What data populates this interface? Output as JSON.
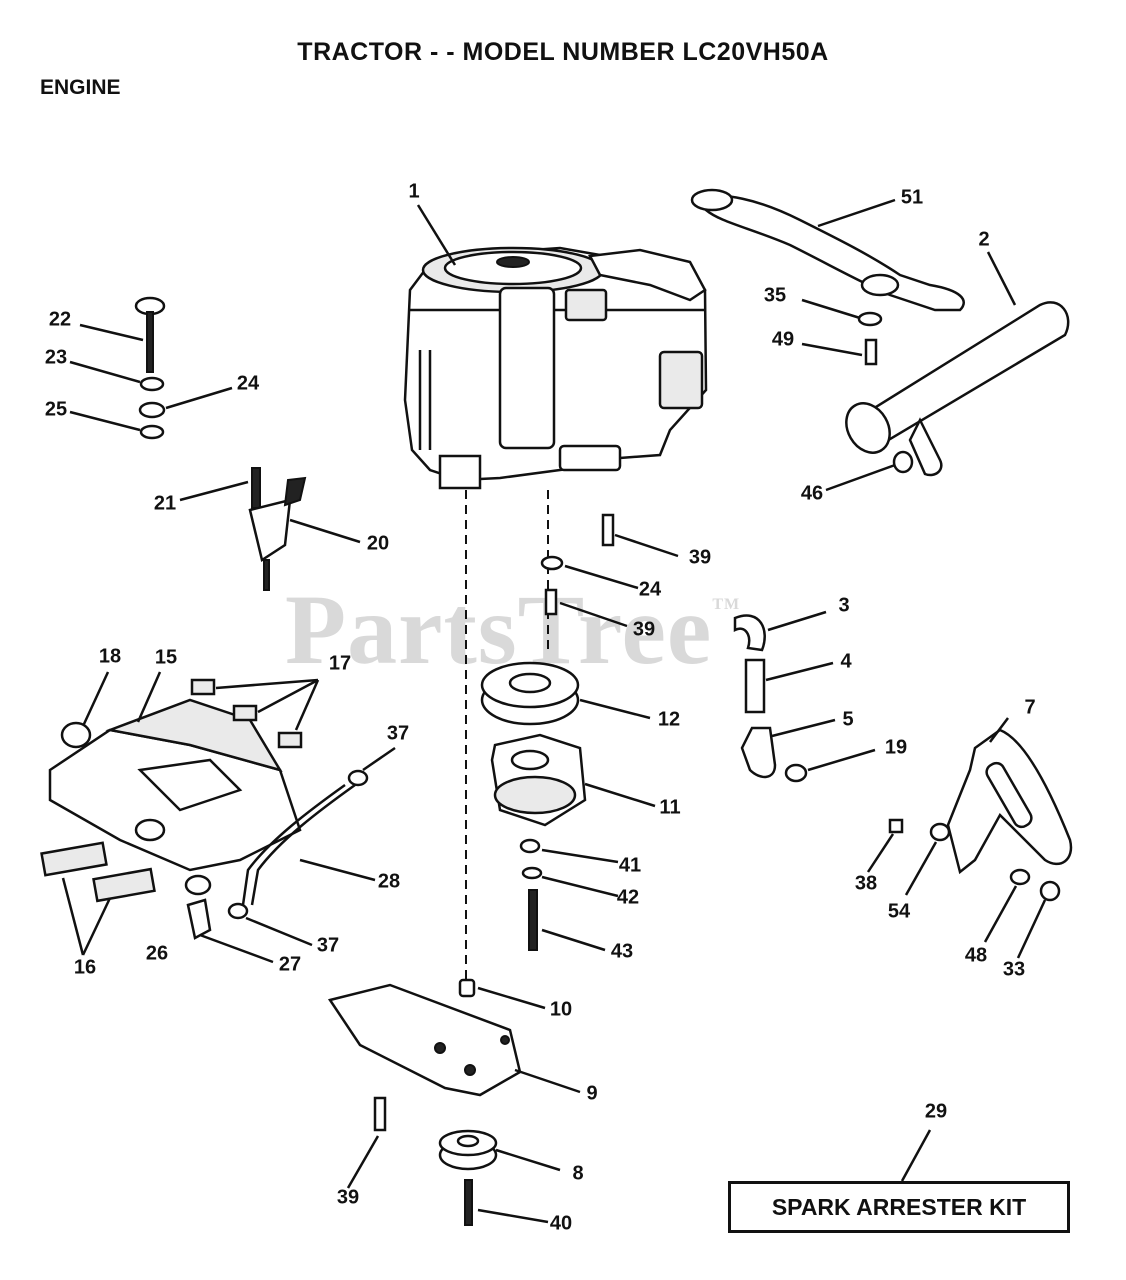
{
  "header": {
    "title": "TRACTOR - - MODEL NUMBER LC20VH50A",
    "section": "ENGINE"
  },
  "watermark": {
    "text": "PartsTree",
    "tm": "TM"
  },
  "kit": {
    "label": "SPARK ARRESTER KIT"
  },
  "callouts": [
    {
      "id": "1",
      "text": "1"
    },
    {
      "id": "51",
      "text": "51"
    },
    {
      "id": "2",
      "text": "2"
    },
    {
      "id": "22",
      "text": "22"
    },
    {
      "id": "35",
      "text": "35"
    },
    {
      "id": "49",
      "text": "49"
    },
    {
      "id": "23",
      "text": "23"
    },
    {
      "id": "24a",
      "text": "24"
    },
    {
      "id": "25",
      "text": "25"
    },
    {
      "id": "46",
      "text": "46"
    },
    {
      "id": "21",
      "text": "21"
    },
    {
      "id": "20",
      "text": "20"
    },
    {
      "id": "39a",
      "text": "39"
    },
    {
      "id": "24b",
      "text": "24"
    },
    {
      "id": "39b",
      "text": "39"
    },
    {
      "id": "3",
      "text": "3"
    },
    {
      "id": "18",
      "text": "18"
    },
    {
      "id": "15",
      "text": "15"
    },
    {
      "id": "17",
      "text": "17"
    },
    {
      "id": "4",
      "text": "4"
    },
    {
      "id": "12",
      "text": "12"
    },
    {
      "id": "7",
      "text": "7"
    },
    {
      "id": "37a",
      "text": "37"
    },
    {
      "id": "5",
      "text": "5"
    },
    {
      "id": "19",
      "text": "19"
    },
    {
      "id": "11",
      "text": "11"
    },
    {
      "id": "41",
      "text": "41"
    },
    {
      "id": "28",
      "text": "28"
    },
    {
      "id": "42",
      "text": "42"
    },
    {
      "id": "38",
      "text": "38"
    },
    {
      "id": "54",
      "text": "54"
    },
    {
      "id": "43",
      "text": "43"
    },
    {
      "id": "37b",
      "text": "37"
    },
    {
      "id": "26",
      "text": "26"
    },
    {
      "id": "27",
      "text": "27"
    },
    {
      "id": "16",
      "text": "16"
    },
    {
      "id": "48",
      "text": "48"
    },
    {
      "id": "33",
      "text": "33"
    },
    {
      "id": "10",
      "text": "10"
    },
    {
      "id": "9",
      "text": "9"
    },
    {
      "id": "29",
      "text": "29"
    },
    {
      "id": "8",
      "text": "8"
    },
    {
      "id": "39c",
      "text": "39"
    },
    {
      "id": "40",
      "text": "40"
    }
  ]
}
